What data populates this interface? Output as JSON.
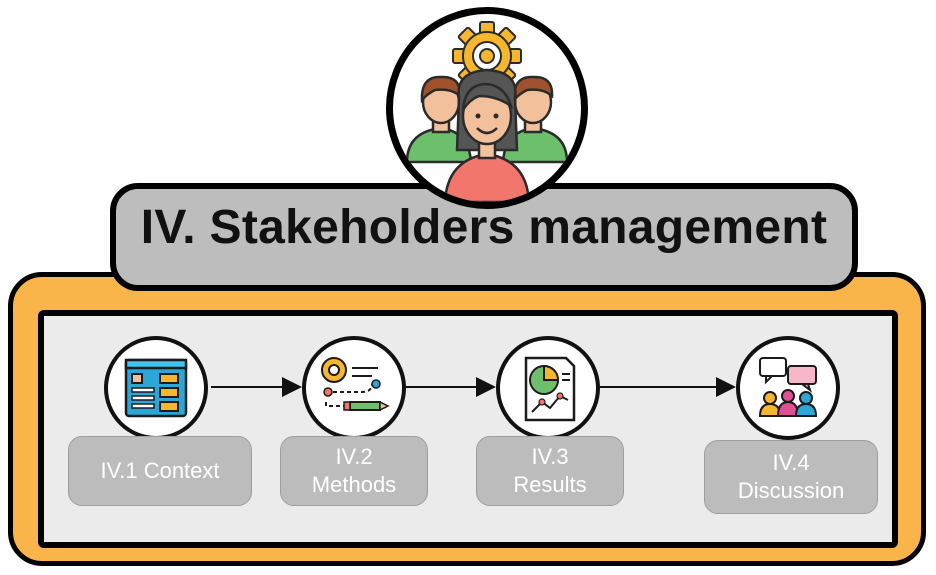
{
  "title": "IV. Stakeholders management",
  "hero": {
    "icon": "team-stakeholders-gear-icon"
  },
  "steps": [
    {
      "label_line1": "IV.1 Context",
      "label_line2": "",
      "icon": "dashboard-document-icon"
    },
    {
      "label_line1": "IV.2",
      "label_line2": "Methods",
      "icon": "gear-workflow-pencil-icon"
    },
    {
      "label_line1": "IV.3",
      "label_line2": "Results",
      "icon": "pie-chart-report-icon"
    },
    {
      "label_line1": "IV.4",
      "label_line2": "Discussion",
      "icon": "group-discussion-icon"
    }
  ],
  "colors": {
    "frame_orange": "#f9b44a",
    "panel_gray": "#ebebeb",
    "title_gray": "#bdbdbd",
    "label_gray": "#bcbcbc"
  }
}
